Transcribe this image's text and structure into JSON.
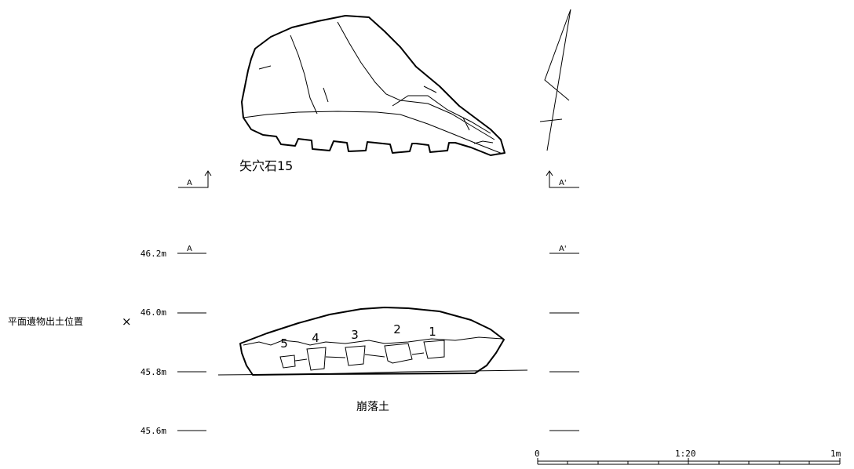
{
  "object_label": "矢穴石15",
  "soil_label": "崩落土",
  "location_mark": {
    "text": "平面遺物出土位置",
    "symbol": "×"
  },
  "section_marks": {
    "left": "A",
    "right": "A'",
    "left_bottom": "A",
    "right_bottom": "A'"
  },
  "elevations": [
    "46.2m",
    "46.0m",
    "45.8m",
    "45.6m"
  ],
  "hole_numbers": [
    "5",
    "4",
    "3",
    "2",
    "1"
  ],
  "scale_bar": {
    "start": "0",
    "ratio": "1:20",
    "end": "1m"
  }
}
